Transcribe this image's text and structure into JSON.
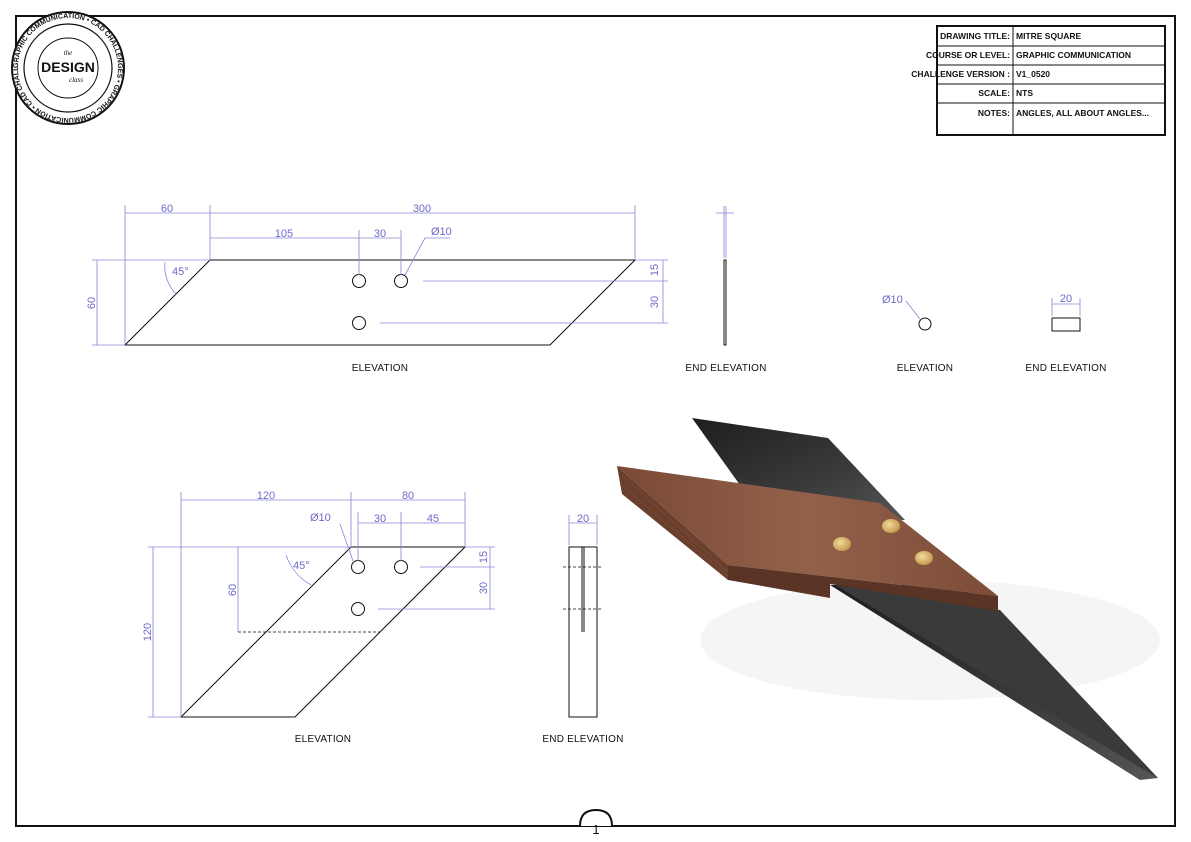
{
  "title_block": {
    "rows": [
      {
        "label": "DRAWING TITLE:",
        "value": "MITRE SQUARE"
      },
      {
        "label": "COURSE OR LEVEL:",
        "value": "GRAPHIC COMMUNICATION"
      },
      {
        "label": "CHALLENGE VERSION :",
        "value": "V1_0520"
      },
      {
        "label": "SCALE:",
        "value": "NTS"
      },
      {
        "label": "NOTES:",
        "value": "ANGLES, ALL ABOUT ANGLES..."
      }
    ]
  },
  "logo": {
    "main": "DESIGN",
    "top": "the",
    "bottom": "class",
    "ring_text": "GRAPHIC COMMUNICATION • CAD CHALLENGES • GRAPHIC COMMUNICATION • CAD CHALLENGES •"
  },
  "views": {
    "blade_elevation": {
      "label": "ELEVATION",
      "dims": {
        "top_left": "60",
        "overall": "300",
        "hole_offset": "105",
        "hole_spacing": "30",
        "hole_dia": "Ø10",
        "angle": "45°",
        "height": "60",
        "right_top": "15",
        "right_mid": "30"
      }
    },
    "blade_end": {
      "label": "END ELEVATION"
    },
    "pin_elevation": {
      "label": "ELEVATION",
      "dia": "Ø10"
    },
    "pin_end": {
      "label": "END ELEVATION",
      "width": "20"
    },
    "stock_elevation": {
      "label": "ELEVATION",
      "dims": {
        "left": "120",
        "right": "80",
        "hole_dia": "Ø10",
        "hole_spacing": "30",
        "to_end": "45",
        "angle": "45°",
        "slot_depth": "60",
        "height": "120",
        "right_top": "15",
        "right_mid": "30"
      }
    },
    "stock_end": {
      "label": "END ELEVATION",
      "width": "20"
    }
  },
  "sheet_number": "1",
  "colors": {
    "dimension": "#8a86d6",
    "wood": "#8a5a44",
    "steel": "#2b2b2b",
    "brass": "#d8b36a"
  }
}
